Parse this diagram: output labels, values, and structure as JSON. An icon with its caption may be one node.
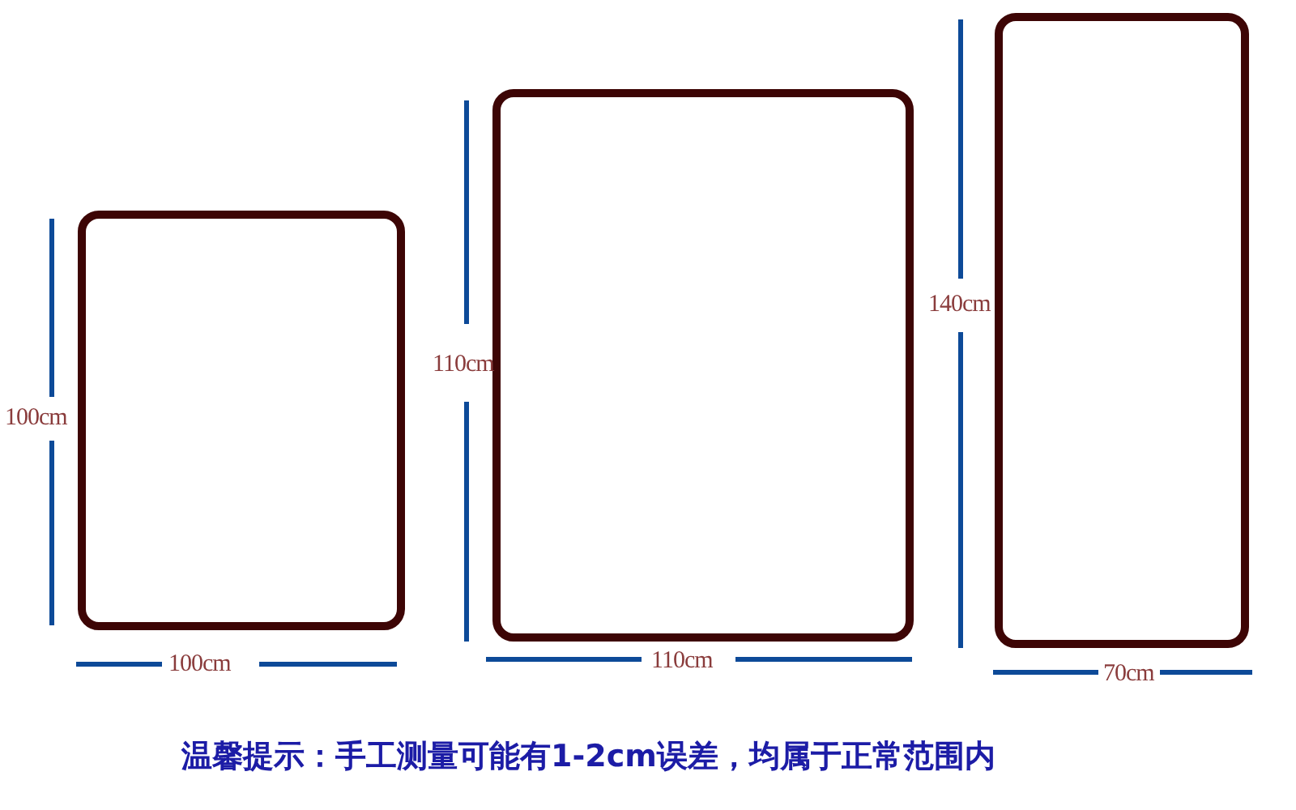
{
  "diagram": {
    "nodes": [
      {
        "text": [],
        "shape": "box"
      },
      {
        "text": [],
        "shape": "box"
      },
      {
        "text": [],
        "shape": "box"
      }
    ],
    "labels": [
      "100cm",
      "100cm",
      "110cm",
      "110cm",
      "140cm",
      "70cm",
      "温馨提示：手工测量可能有1-2cm误差，均属于正常范围内"
    ]
  }
}
